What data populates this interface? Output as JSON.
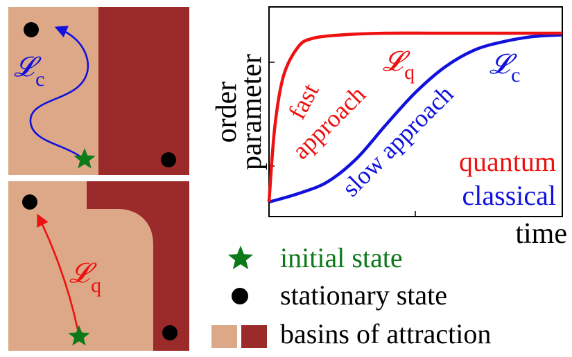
{
  "colors": {
    "basin_light": "#dca888",
    "basin_dark": "#9b2a2a",
    "quantum": "#ee1111",
    "classical": "#1111dd",
    "initial": "#0d7a1a",
    "stationary": "#000000"
  },
  "top_panel": {
    "operator_symbol": "𝓛",
    "operator_subscript": "c"
  },
  "bottom_panel": {
    "operator_symbol": "𝓛",
    "operator_subscript": "q"
  },
  "chart": {
    "ylabel_line1": "order",
    "ylabel_line2": "parameter",
    "xlabel": "time",
    "fast_label_1": "fast",
    "fast_label_2": "approach",
    "slow_label": "slow approach",
    "quantum_symbol": "𝓛",
    "quantum_subscript": "q",
    "classical_symbol": "𝓛",
    "classical_subscript": "c",
    "legend_quantum": "quantum",
    "legend_classical": "classical"
  },
  "legend": {
    "initial_state": "initial state",
    "stationary_state": "stationary state",
    "basins": "basins of attraction"
  },
  "icons": {
    "initial": "star-icon",
    "stationary": "circle-icon",
    "basins": "square-swatch-icon"
  },
  "chart_data": {
    "type": "line",
    "xlim": [
      0,
      1
    ],
    "ylim": [
      0,
      1
    ],
    "series": [
      {
        "name": "quantum",
        "x": [
          0,
          0.02,
          0.05,
          0.1,
          0.15,
          0.25,
          0.4,
          0.6,
          1.0
        ],
        "y": [
          0.0,
          0.45,
          0.75,
          0.92,
          0.97,
          0.99,
          1.0,
          1.0,
          1.0
        ]
      },
      {
        "name": "classical",
        "x": [
          0,
          0.1,
          0.2,
          0.3,
          0.4,
          0.5,
          0.6,
          0.7,
          0.8,
          0.9,
          1.0
        ],
        "y": [
          0.0,
          0.05,
          0.12,
          0.26,
          0.46,
          0.65,
          0.8,
          0.9,
          0.95,
          0.98,
          0.99
        ]
      }
    ]
  }
}
